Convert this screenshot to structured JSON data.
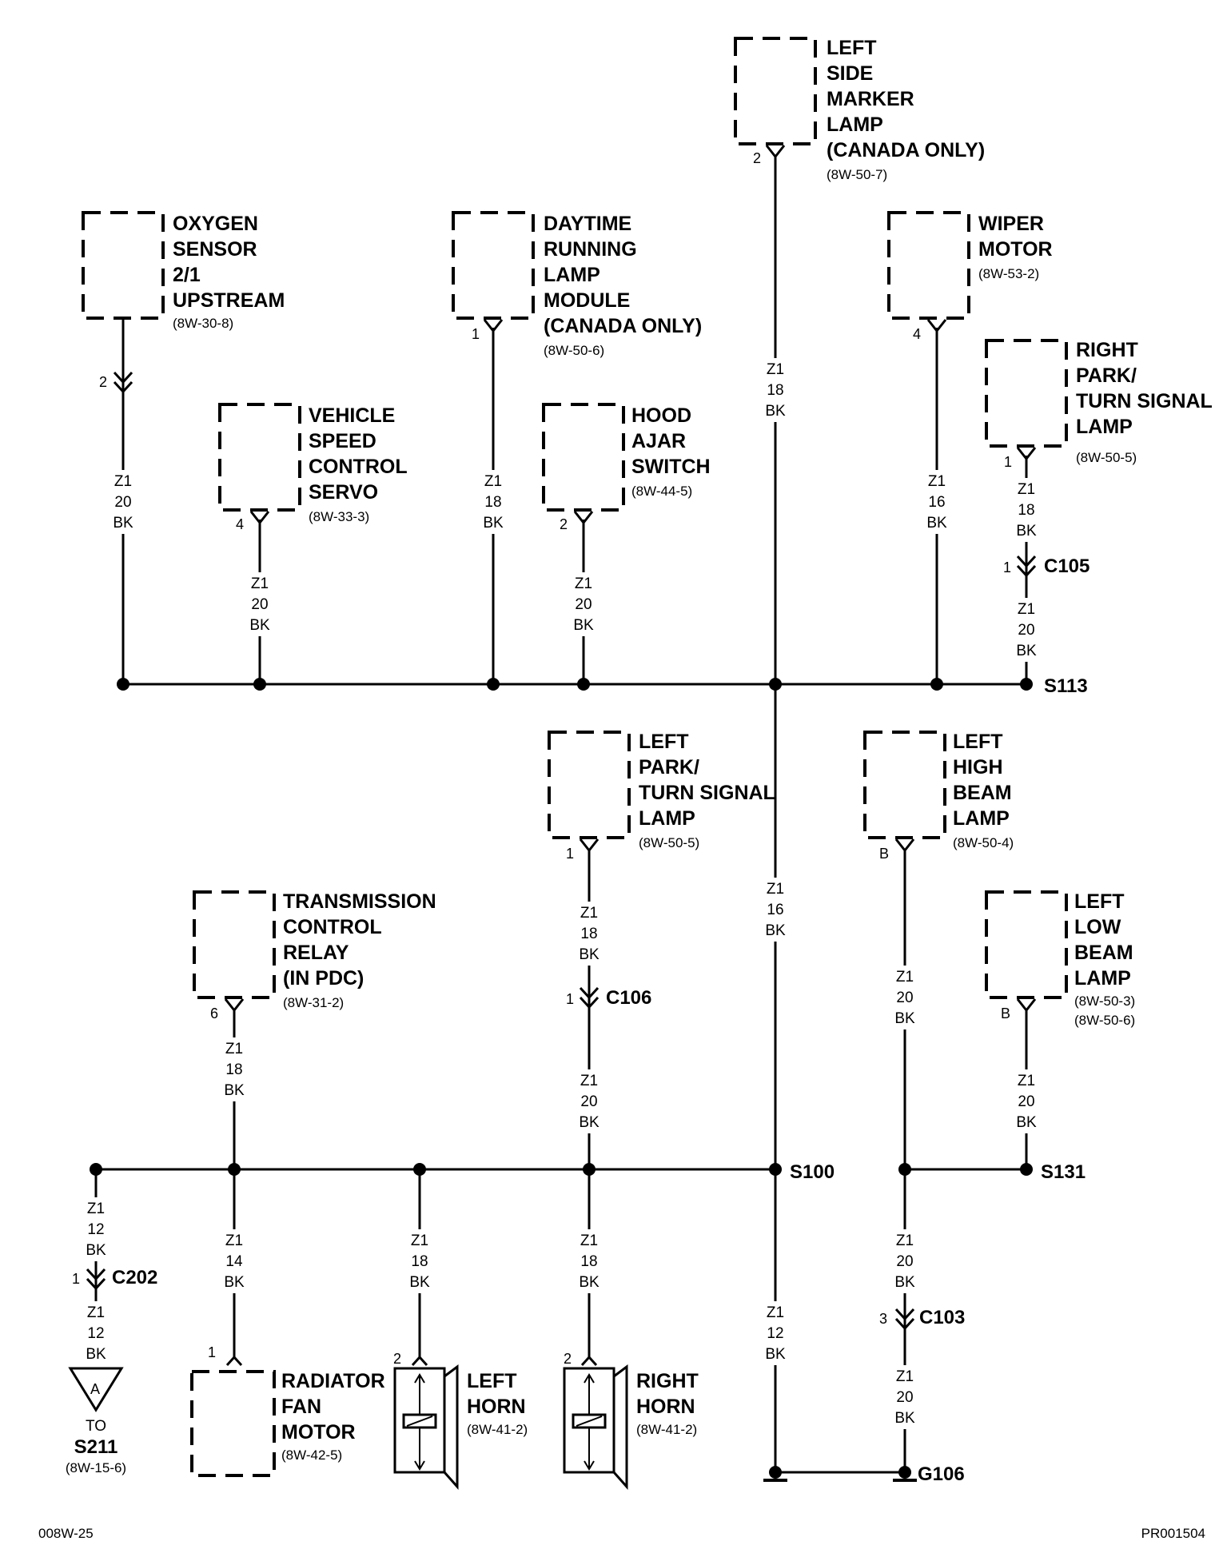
{
  "components": {
    "oxygen_sensor": {
      "lines": [
        "OXYGEN",
        "SENSOR",
        "2/1",
        "UPSTREAM"
      ],
      "ref": "(8W-30-8)",
      "pin": "2"
    },
    "speed_control_servo": {
      "lines": [
        "VEHICLE",
        "SPEED",
        "CONTROL",
        "SERVO"
      ],
      "ref": "(8W-33-3)",
      "pin": "4"
    },
    "drl_module": {
      "lines": [
        "DAYTIME",
        "RUNNING",
        "LAMP",
        "MODULE",
        "(CANADA ONLY)"
      ],
      "ref": "(8W-50-6)",
      "pin": "1"
    },
    "hood_ajar_switch": {
      "lines": [
        "HOOD",
        "AJAR",
        "SWITCH"
      ],
      "ref": "(8W-44-5)",
      "pin": "2"
    },
    "left_side_marker": {
      "lines": [
        "LEFT",
        "SIDE",
        "MARKER",
        "LAMP",
        "(CANADA ONLY)"
      ],
      "ref": "(8W-50-7)",
      "pin": "2"
    },
    "wiper_motor": {
      "lines": [
        "WIPER",
        "MOTOR"
      ],
      "ref": "(8W-53-2)",
      "pin": "4"
    },
    "right_park_turn": {
      "lines": [
        "RIGHT",
        "PARK/",
        "TURN SIGNAL",
        "LAMP"
      ],
      "ref": "(8W-50-5)",
      "pin": "1"
    },
    "left_park_turn": {
      "lines": [
        "LEFT",
        "PARK/",
        "TURN SIGNAL",
        "LAMP"
      ],
      "ref": "(8W-50-5)",
      "pin": "1"
    },
    "left_high_beam": {
      "lines": [
        "LEFT",
        "HIGH",
        "BEAM",
        "LAMP"
      ],
      "ref": "(8W-50-4)",
      "pin": "B"
    },
    "left_low_beam": {
      "lines": [
        "LEFT",
        "LOW",
        "BEAM",
        "LAMP"
      ],
      "ref": "(8W-50-3)",
      "ref2": "(8W-50-6)",
      "pin": "B"
    },
    "trans_control_relay": {
      "lines": [
        "TRANSMISSION",
        "CONTROL",
        "RELAY",
        "(IN PDC)"
      ],
      "ref": "(8W-31-2)",
      "pin": "6"
    },
    "radiator_fan_motor": {
      "lines": [
        "RADIATOR",
        "FAN",
        "MOTOR"
      ],
      "ref": "(8W-42-5)",
      "pin": "1"
    },
    "left_horn": {
      "lines": [
        "LEFT",
        "HORN"
      ],
      "ref": "(8W-41-2)",
      "pin": "2"
    },
    "right_horn": {
      "lines": [
        "RIGHT",
        "HORN"
      ],
      "ref": "(8W-41-2)",
      "pin": "2"
    }
  },
  "wires": {
    "w_o2": [
      "Z1",
      "20",
      "BK"
    ],
    "w_servo": [
      "Z1",
      "20",
      "BK"
    ],
    "w_drl": [
      "Z1",
      "18",
      "BK"
    ],
    "w_hood": [
      "Z1",
      "20",
      "BK"
    ],
    "w_marker": [
      "Z1",
      "18",
      "BK"
    ],
    "w_wiper": [
      "Z1",
      "16",
      "BK"
    ],
    "w_rpark_top": [
      "Z1",
      "18",
      "BK"
    ],
    "w_rpark_bot": [
      "Z1",
      "20",
      "BK"
    ],
    "w_trunk": [
      "Z1",
      "16",
      "BK"
    ],
    "w_lpark_top": [
      "Z1",
      "18",
      "BK"
    ],
    "w_lpark_bot": [
      "Z1",
      "20",
      "BK"
    ],
    "w_hibeam": [
      "Z1",
      "20",
      "BK"
    ],
    "w_lobeam": [
      "Z1",
      "20",
      "BK"
    ],
    "w_relay": [
      "Z1",
      "18",
      "BK"
    ],
    "w_c202_top": [
      "Z1",
      "12",
      "BK"
    ],
    "w_c202_bot": [
      "Z1",
      "12",
      "BK"
    ],
    "w_fan": [
      "Z1",
      "14",
      "BK"
    ],
    "w_lhorn": [
      "Z1",
      "18",
      "BK"
    ],
    "w_rhorn": [
      "Z1",
      "18",
      "BK"
    ],
    "w_ground": [
      "Z1",
      "12",
      "BK"
    ],
    "w_c103_top": [
      "Z1",
      "20",
      "BK"
    ],
    "w_c103_bot": [
      "Z1",
      "20",
      "BK"
    ]
  },
  "connectors": {
    "c105": {
      "name": "C105",
      "pin": "1"
    },
    "c106": {
      "name": "C106",
      "pin": "1"
    },
    "c202": {
      "name": "C202",
      "pin": "1"
    },
    "c103": {
      "name": "C103",
      "pin": "3"
    }
  },
  "splices": {
    "s113": "S113",
    "s100": "S100",
    "s131": "S131"
  },
  "ground": "G106",
  "offpage": {
    "letter": "A",
    "to": "TO",
    "target": "S211",
    "ref": "(8W-15-6)"
  },
  "footer": {
    "left": "008W-25",
    "right": "PR001504"
  }
}
